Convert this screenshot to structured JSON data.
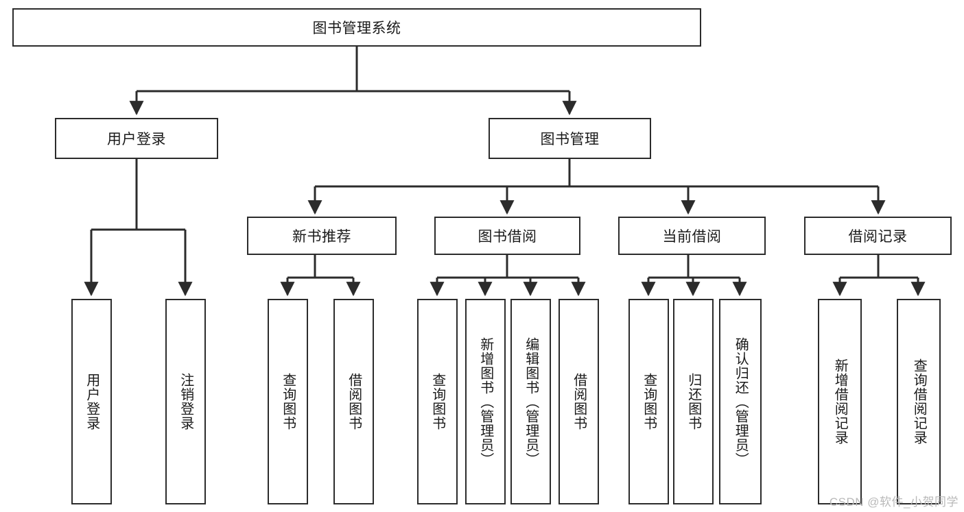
{
  "diagram": {
    "title": "图书管理系统",
    "colors": {
      "stroke": "#2b2b2b",
      "fill": "#ffffff",
      "text": "#1a1a1a",
      "background": "#ffffff",
      "watermark": "#b9b9b9"
    },
    "root": {
      "label": "图书管理系统"
    },
    "level2": [
      {
        "label": "用户登录"
      },
      {
        "label": "图书管理"
      }
    ],
    "level3": [
      {
        "label": "新书推荐"
      },
      {
        "label": "图书借阅"
      },
      {
        "label": "当前借阅"
      },
      {
        "label": "借阅记录"
      }
    ],
    "leaves": {
      "user_login": [
        {
          "label": "用户登录"
        },
        {
          "label": "注销登录"
        }
      ],
      "new_book_recommend": [
        {
          "label": "查询图书"
        },
        {
          "label": "借阅图书"
        }
      ],
      "book_borrow": [
        {
          "label": "查询图书"
        },
        {
          "label": "新增图书（管理员）"
        },
        {
          "label": "编辑图书（管理员）"
        },
        {
          "label": "借阅图书"
        }
      ],
      "current_borrow": [
        {
          "label": "查询图书"
        },
        {
          "label": "归还图书"
        },
        {
          "label": "确认归还（管理员）"
        }
      ],
      "borrow_record": [
        {
          "label": "新增借阅记录"
        },
        {
          "label": "查询借阅记录"
        }
      ]
    }
  },
  "watermark": {
    "text": "CSDN @软件_小贺同学"
  }
}
